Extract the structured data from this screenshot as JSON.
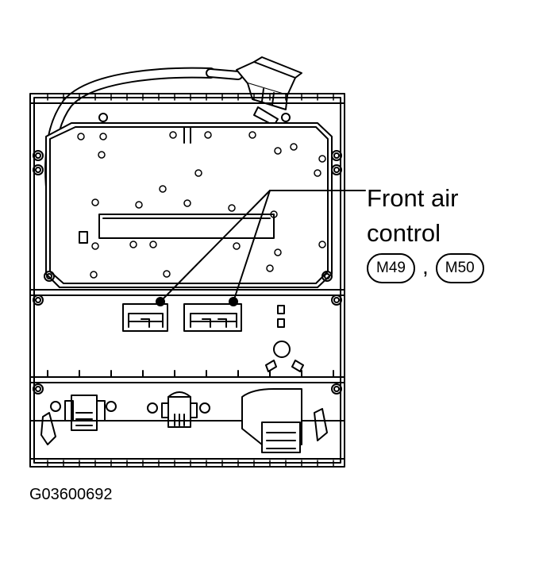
{
  "callout": {
    "line1": "Front air",
    "line2": "control",
    "connectors": [
      "M49",
      "M50"
    ],
    "separator": ","
  },
  "figure_id": "G03600692",
  "colors": {
    "ink": "#000000",
    "paper": "#ffffff"
  }
}
